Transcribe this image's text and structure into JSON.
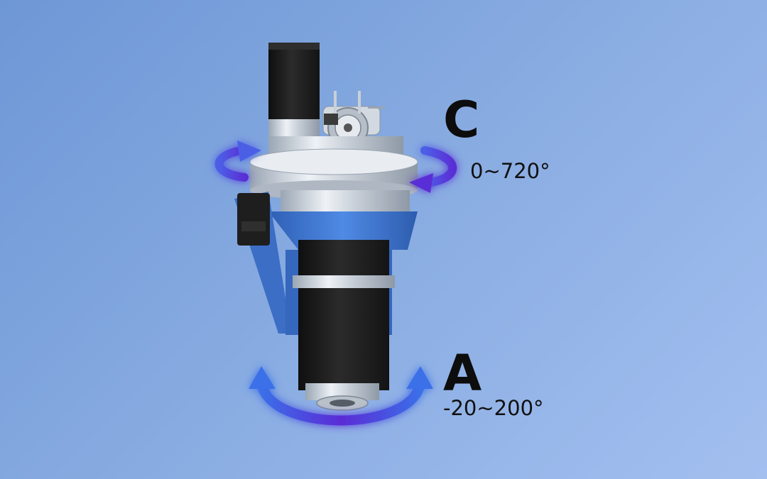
{
  "labels": {
    "c_axis": {
      "letter": "C",
      "range": "0~720°"
    },
    "a_axis": {
      "letter": "A",
      "range": "-20~200°"
    }
  },
  "colors": {
    "background_start": "#6e97d6",
    "background_end": "#a3bff0",
    "housing_blue": "#3f78d2",
    "arrow_blue": "#3b6fe8",
    "arrow_purple": "#5b2bd6",
    "arrow_glow": "#69d8ff",
    "motor_black": "#1c1c1c",
    "metal_silver": "#d7dde4"
  },
  "icons": {
    "c_rotation": "circular-rotation-arrows-icon",
    "a_rotation": "arc-rotation-arrow-icon"
  }
}
